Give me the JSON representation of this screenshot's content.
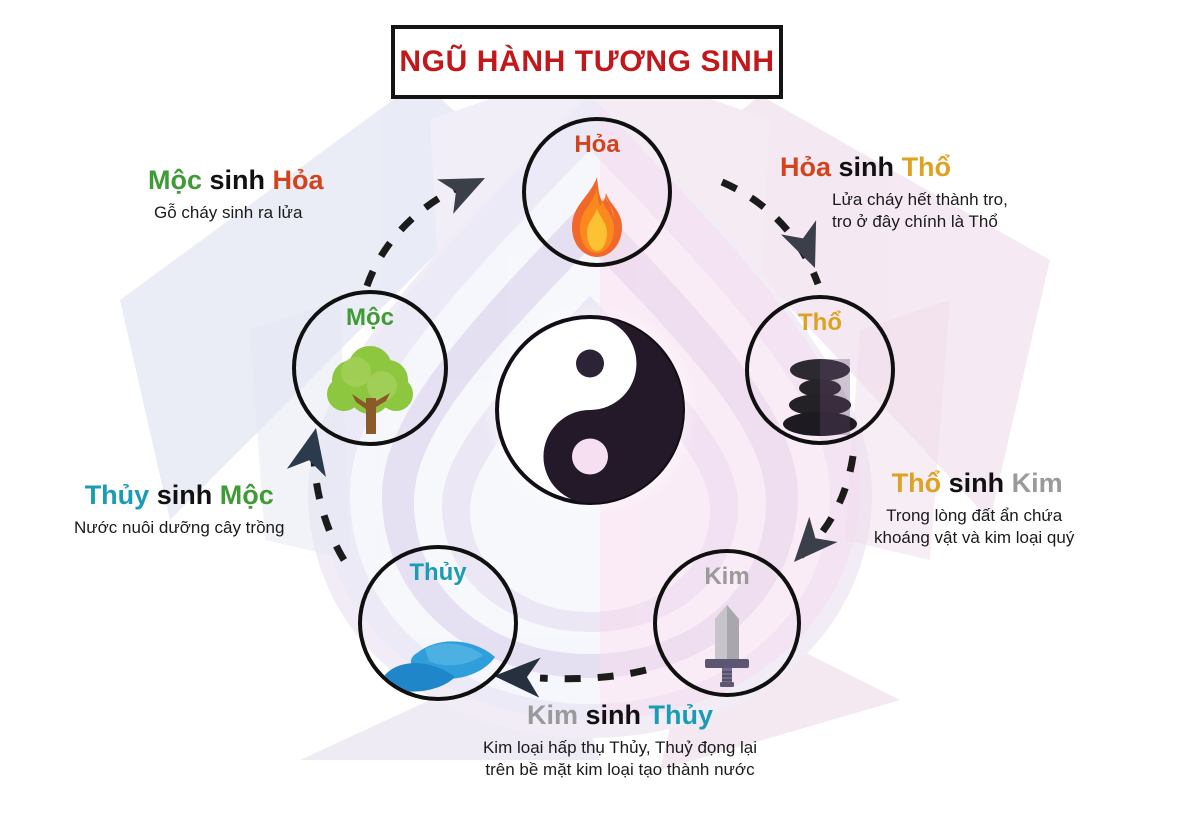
{
  "title": "NGŨ HÀNH TƯƠNG SINH",
  "title_color": "#c2181b",
  "elements": {
    "hoa": {
      "label": "Hỏa",
      "color": "#d4441c",
      "icon": "flame-icon"
    },
    "tho": {
      "label": "Thổ",
      "color": "#dda320",
      "icon": "stacked-stones-icon"
    },
    "kim": {
      "label": "Kim",
      "color": "#9a9a9a",
      "icon": "sword-icon"
    },
    "thuy": {
      "label": "Thủy",
      "color": "#1b9cb5",
      "icon": "water-wave-icon"
    },
    "moc": {
      "label": "Mộc",
      "color": "#3f9b35",
      "icon": "tree-icon"
    }
  },
  "center": {
    "icon": "yin-yang-icon"
  },
  "relations": [
    {
      "id": "moc-hoa",
      "from": "Mộc",
      "sinh": "sinh",
      "to": "Hỏa",
      "from_color": "#3f9b35",
      "to_color": "#d4441c",
      "description_lines": [
        "Gỗ cháy sinh ra lửa"
      ]
    },
    {
      "id": "hoa-tho",
      "from": "Hỏa",
      "sinh": "sinh",
      "to": "Thổ",
      "from_color": "#d4441c",
      "to_color": "#dda320",
      "description_lines": [
        "Lửa cháy hết thành tro,",
        "tro ở đây chính là Thổ"
      ]
    },
    {
      "id": "tho-kim",
      "from": "Thổ",
      "sinh": "sinh",
      "to": "Kim",
      "from_color": "#dda320",
      "to_color": "#9a9a9a",
      "description_lines": [
        "Trong lòng đất ẩn chứa",
        "khoáng vật và kim loại quý"
      ]
    },
    {
      "id": "kim-thuy",
      "from": "Kim",
      "sinh": "sinh",
      "to": "Thủy",
      "from_color": "#9a9a9a",
      "to_color": "#1b9cb5",
      "description_lines": [
        "Kim loại hấp thụ Thủy, Thuỷ đọng lại",
        "trên bề mặt kim loại tạo thành nước"
      ]
    },
    {
      "id": "thuy-moc",
      "from": "Thủy",
      "sinh": "sinh",
      "to": "Mộc",
      "from_color": "#1b9cb5",
      "to_color": "#3f9b35",
      "description_lines": [
        "Nước nuôi dưỡng cây trồng"
      ]
    }
  ],
  "palette": {
    "background": "#ffffff",
    "ring_stroke": "#101010",
    "arrow_dark": "#2f3542",
    "bg_lavender": "#e8eaf4",
    "bg_pink": "#f0e2ee",
    "bg_mauve": "#ded6ea"
  }
}
